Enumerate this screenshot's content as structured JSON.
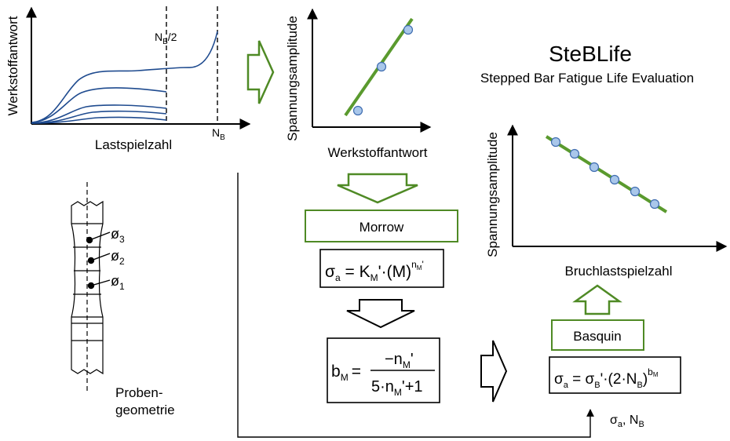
{
  "title": "SteBLife",
  "subtitle": "Stepped Bar Fatigue Life Evaluation",
  "colors": {
    "curve": "#1f4b8f",
    "green": "#4f8a25",
    "green_line": "#5a9a2e",
    "marker": "#a9c7ea",
    "marker_edge": "#3e6cb0"
  },
  "panel1": {
    "ylabel": "Werkstoffantwort",
    "xlabel": "Lastspielzahl",
    "half_life_label": "N",
    "half_life_sub": "B",
    "half_life_suffix": "/2",
    "fracture_label": "N",
    "fracture_sub": "B"
  },
  "panel2": {
    "ylabel": "Spannungsamplitude",
    "xlabel": "Werkstoffantwort"
  },
  "panel3": {
    "ylabel": "Spannungsamplitude",
    "xlabel": "Bruchlastspielzahl"
  },
  "specimen": {
    "label_line1": "Proben-",
    "label_line2": "geometrie",
    "diameters": [
      {
        "symbol": "ø",
        "sub": "3"
      },
      {
        "symbol": "ø",
        "sub": "2"
      },
      {
        "symbol": "ø",
        "sub": "1"
      }
    ]
  },
  "morrow": {
    "label": "Morrow",
    "eq1": {
      "sigma": "σ",
      "a": "a",
      "eq": " = K",
      "m": "M",
      "mid": "'·(M)",
      "n": "n",
      "nm": "M",
      "tail": "'"
    },
    "eq2": {
      "b": "b",
      "bm": "M",
      "eq": "=",
      "num": "−n",
      "num_sub": "M",
      "num_tail": "'",
      "den": "5·n",
      "den_sub": "M",
      "den_tail": "'+1"
    }
  },
  "basquin": {
    "label": "Basquin",
    "eq": {
      "sigma": "σ",
      "a": "a",
      "eq": " = σ",
      "b": "B",
      "mid": "'·(2·N",
      "nb": "B",
      "close": ")",
      "exp_b": "b",
      "exp_m": "M"
    }
  },
  "input_label": {
    "sigma": "σ",
    "a": "a",
    "rest": ", N",
    "b": "B"
  },
  "chart_data": [
    {
      "type": "line",
      "title": "",
      "xlabel": "Lastspielzahl",
      "ylabel": "Werkstoffantwort",
      "annotations": [
        "NB/2",
        "NB"
      ]
    },
    {
      "type": "scatter",
      "title": "",
      "xlabel": "Werkstoffantwort",
      "ylabel": "Spannungsamplitude",
      "points": 3
    },
    {
      "type": "scatter",
      "title": "",
      "xlabel": "Bruchlastspielzahl",
      "ylabel": "Spannungsamplitude",
      "points": 6
    }
  ]
}
